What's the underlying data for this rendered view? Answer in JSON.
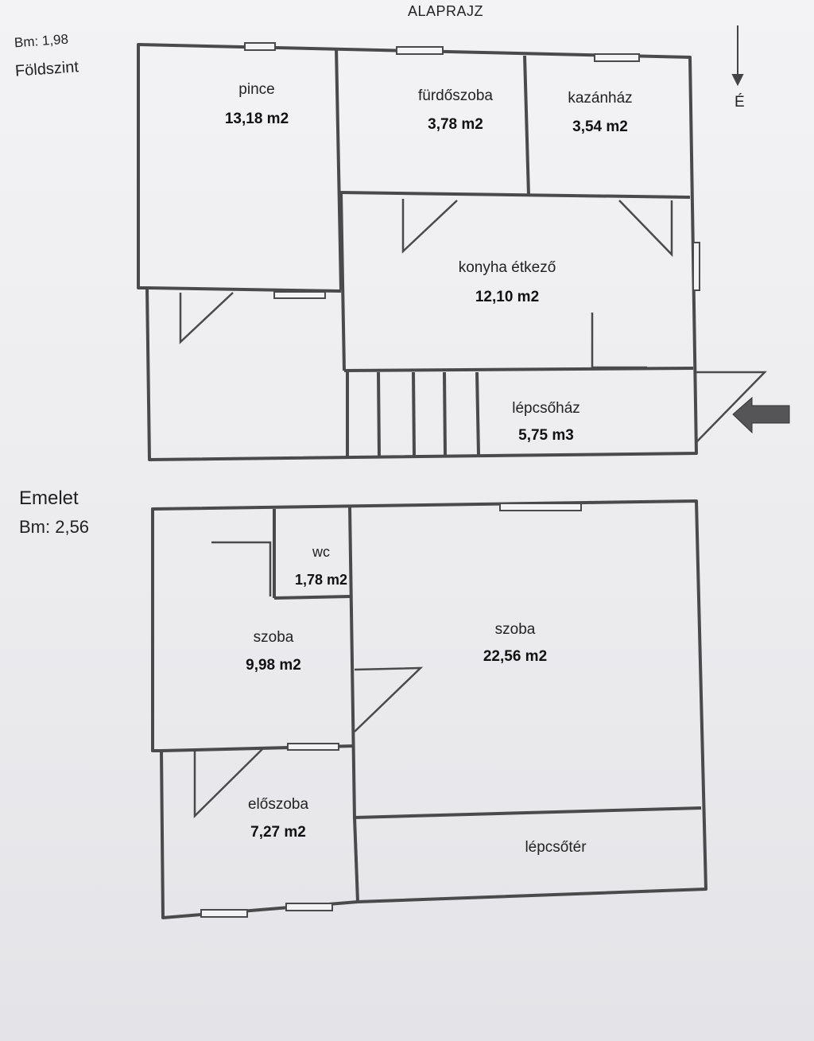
{
  "title": "ALAPRAJZ",
  "north_label": "É",
  "ground_floor": {
    "height_label": "Bm: 1,98",
    "level_name": "Földszint",
    "rooms": [
      {
        "id": "pince",
        "name": "pince",
        "area": "13,18 m2"
      },
      {
        "id": "furdoszoba",
        "name": "fürdőszoba",
        "area": "3,78 m2"
      },
      {
        "id": "kazanhaz",
        "name": "kazánház",
        "area": "3,54 m2"
      },
      {
        "id": "konyha",
        "name": "konyha étkező",
        "area": "12,10 m2"
      },
      {
        "id": "lepcsohaz",
        "name": "lépcsőház",
        "area": "5,75 m3"
      }
    ]
  },
  "upper_floor": {
    "level_name": "Emelet",
    "height_label": "Bm: 2,56",
    "rooms": [
      {
        "id": "wc",
        "name": "wc",
        "area": "1,78 m2"
      },
      {
        "id": "szoba-small",
        "name": "szoba",
        "area": "9,98 m2"
      },
      {
        "id": "szoba-large",
        "name": "szoba",
        "area": "22,56 m2"
      },
      {
        "id": "eloszoba",
        "name": "előszoba",
        "area": "7,27 m2"
      },
      {
        "id": "lepcsoter",
        "name": "lépcsőtér",
        "area": ""
      }
    ]
  },
  "colors": {
    "wall": "#4a4a4c",
    "arrow": "#555557",
    "paper": "#efeff1"
  }
}
